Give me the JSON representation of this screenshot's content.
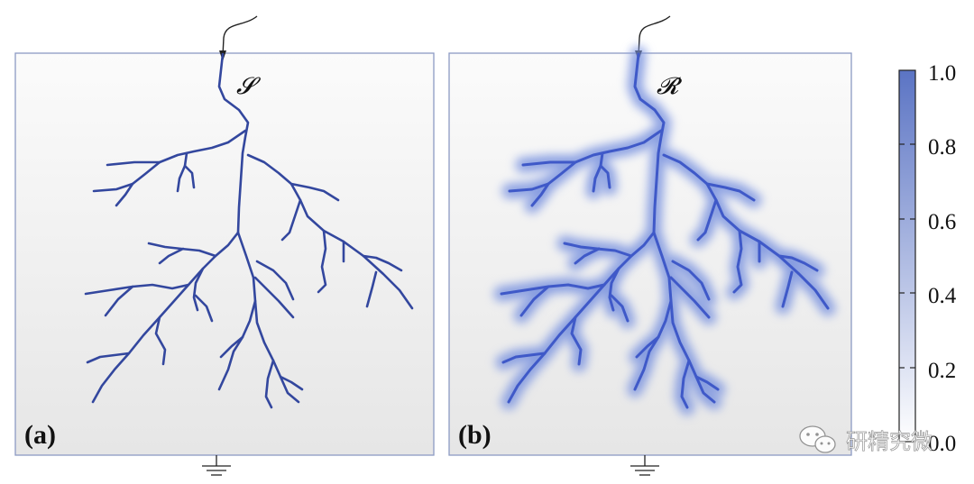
{
  "panels": [
    {
      "label": "(a)",
      "field_label": "𝓢",
      "style": "crisp"
    },
    {
      "label": "(b)",
      "field_label": "𝓡",
      "style": "blurred"
    }
  ],
  "colorbar": {
    "ticks": [
      "1.0",
      "0.8",
      "0.6",
      "0.4",
      "0.2",
      "0.0"
    ],
    "range": [
      0,
      1
    ],
    "color_low": "#ffffff",
    "color_high": "#5b74c4"
  },
  "colors": {
    "crack": "#33479e",
    "crack_glow": "#6d88dc",
    "panel_border": "#8c9ac4"
  },
  "watermark": {
    "text": "研精究微",
    "icon": "wechat-icon"
  }
}
